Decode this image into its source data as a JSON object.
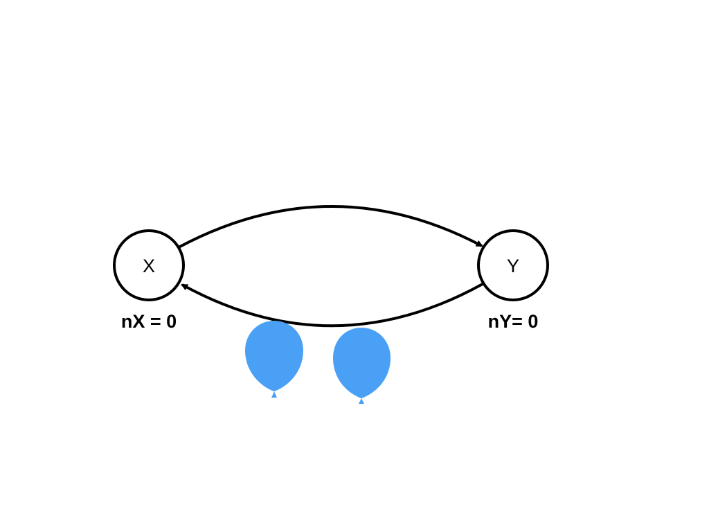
{
  "nodes": {
    "x": {
      "label": "X",
      "count_label": "nX = 0"
    },
    "y": {
      "label": "Y",
      "count_label": "nY= 0"
    }
  },
  "edges": [
    {
      "from": "X",
      "to": "Y"
    },
    {
      "from": "Y",
      "to": "X"
    }
  ],
  "balloons": {
    "count": 2,
    "color": "#4aa0f5"
  },
  "colors": {
    "stroke": "#000000",
    "background": "#ffffff"
  }
}
